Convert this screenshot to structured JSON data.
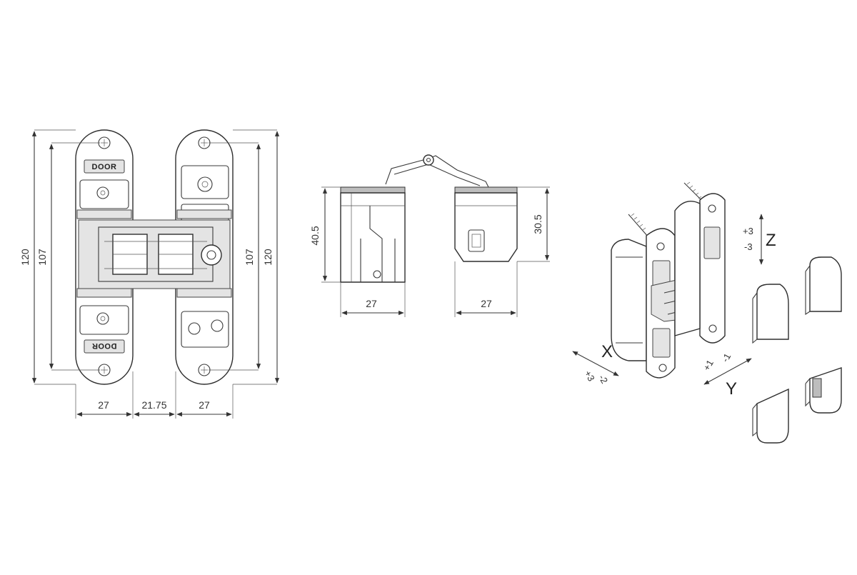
{
  "front_view": {
    "dim_width_left": "27",
    "dim_gap": "21.75",
    "dim_width_right": "27",
    "dim_height_outer_left": "120",
    "dim_height_inner_left": "107",
    "dim_height_inner_right": "107",
    "dim_height_outer_right": "120",
    "brand_top": "DOOR",
    "brand_bottom": "DOOR"
  },
  "side_view": {
    "dim_height_left": "40.5",
    "dim_height_right": "30.5",
    "dim_width_left": "27",
    "dim_width_right": "27"
  },
  "iso_view": {
    "axis_x": "X",
    "axis_y": "Y",
    "axis_z": "Z",
    "x_plus": "+3",
    "x_minus": "-2",
    "y_plus": "+1",
    "y_minus": "-1",
    "z_plus": "+3",
    "z_minus": "-3"
  }
}
